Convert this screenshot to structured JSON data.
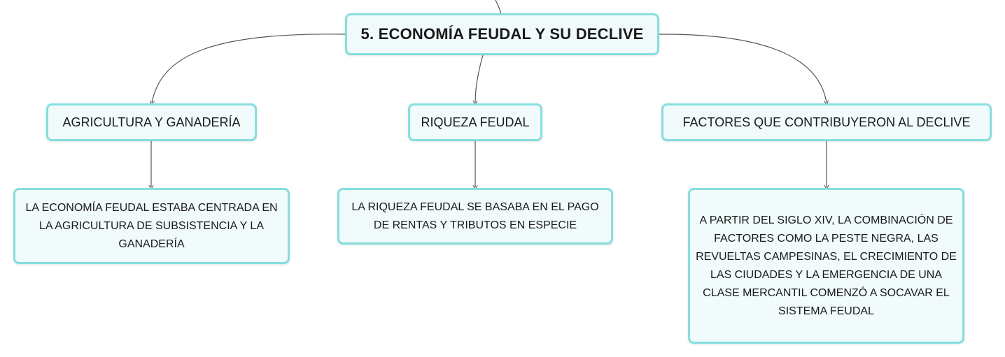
{
  "diagram": {
    "root": {
      "title": "5. ECONOMÍA FEUDAL Y SU DECLIVE"
    },
    "branches": [
      {
        "label": "AGRICULTURA Y GANADERÍA",
        "detail": "LA ECONOMÍA FEUDAL ESTABA CENTRADA EN LA AGRICULTURA DE SUBSISTENCIA Y LA GANADERÍA"
      },
      {
        "label": "RIQUEZA FEUDAL",
        "detail": "LA RIQUEZA FEUDAL SE BASABA EN EL PAGO DE RENTAS Y TRIBUTOS EN ESPECIE"
      },
      {
        "label": "FACTORES QUE CONTRIBUYERON AL DECLIVE",
        "detail": "A PARTIR DEL SIGLO XIV, LA COMBINACIÓN DE FACTORES COMO LA PESTE NEGRA, LAS REVUELTAS CAMPESINAS, EL CRECIMIENTO DE LAS CIUDADES Y LA EMERGENCIA DE UNA CLASE MERCANTIL COMENZÓ A SOCAVAR EL SISTEMA FEUDAL"
      }
    ],
    "colors": {
      "node_border": "#86dede",
      "node_fill": "#f1fbfb",
      "connector": "#555555"
    }
  }
}
